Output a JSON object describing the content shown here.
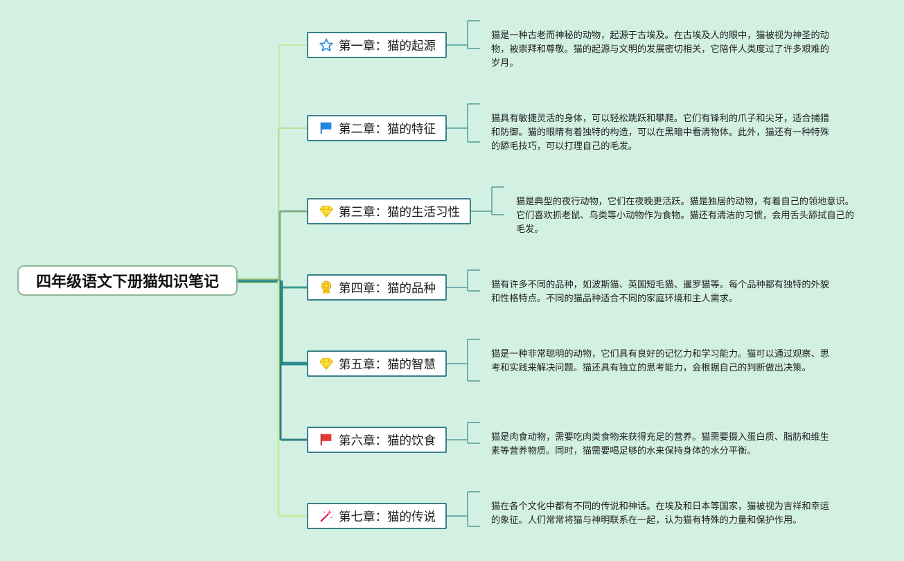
{
  "root": {
    "title": "四年级语文下册猫知识笔记"
  },
  "chapters": [
    {
      "label": "第一章：猫的起源",
      "icon": "star-icon",
      "note": "猫是一种古老而神秘的动物，起源于古埃及。在古埃及人的眼中，猫被视为神圣的动物，被崇拜和尊敬。猫的起源与文明的发展密切相关，它陪伴人类度过了许多艰难的岁月。"
    },
    {
      "label": "第二章：猫的特征",
      "icon": "blue-flag-icon",
      "note": "猫具有敏捷灵活的身体，可以轻松跳跃和攀爬。它们有锋利的爪子和尖牙，适合捕猎和防御。猫的眼睛有着独特的构造，可以在黑暗中看清物体。此外，猫还有一种特殊的舔毛技巧，可以打理自己的毛发。"
    },
    {
      "label": "第三章：猫的生活习性",
      "icon": "diamond-icon",
      "note": "猫是典型的夜行动物，它们在夜晚更活跃。猫是独居的动物，有着自己的领地意识。它们喜欢抓老鼠、鸟类等小动物作为食物。猫还有清洁的习惯，会用舌头舔拭自己的毛发。"
    },
    {
      "label": "第四章：猫的品种",
      "icon": "medal-icon",
      "note": "猫有许多不同的品种，如波斯猫、英国短毛猫、暹罗猫等。每个品种都有独特的外貌和性格特点。不同的猫品种适合不同的家庭环境和主人需求。"
    },
    {
      "label": "第五章：猫的智慧",
      "icon": "diamond-icon",
      "note": "猫是一种非常聪明的动物，它们具有良好的记忆力和学习能力。猫可以通过观察、思考和实践来解决问题。猫还具有独立的思考能力，会根据自己的判断做出决策。"
    },
    {
      "label": "第六章：猫的饮食",
      "icon": "red-flag-icon",
      "note": "猫是肉食动物，需要吃肉类食物来获得充足的营养。猫需要摄入蛋白质、脂肪和维生素等营养物质。同时，猫需要喝足够的水来保持身体的水分平衡。"
    },
    {
      "label": "第七章：猫的传说",
      "icon": "magic-wand-icon",
      "note": "猫在各个文化中都有不同的传说和神话。在埃及和日本等国家，猫被视为吉祥和幸运的象征。人们常常将猫与神明联系在一起，认为猫有特殊的力量和保护作用。"
    }
  ],
  "colors": {
    "background": "#d3f1e3",
    "branch_colors": [
      "#c9e8a8",
      "#b4df9a",
      "#7fae8a",
      "#3f9c95",
      "#2a8a8c",
      "#2d7f86",
      "#c9eb9c"
    ]
  }
}
